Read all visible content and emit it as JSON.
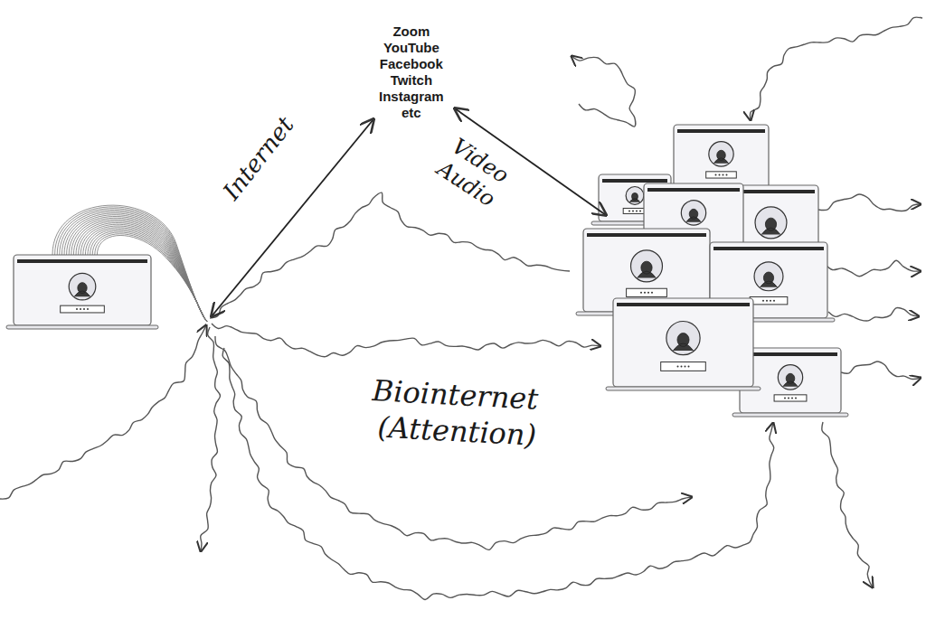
{
  "diagram": {
    "labels": [
      "Zoom YouTube Facebook Twitch Instagram etc",
      "Internet",
      "Video Audio",
      "Biointernet (Attention)"
    ]
  }
}
